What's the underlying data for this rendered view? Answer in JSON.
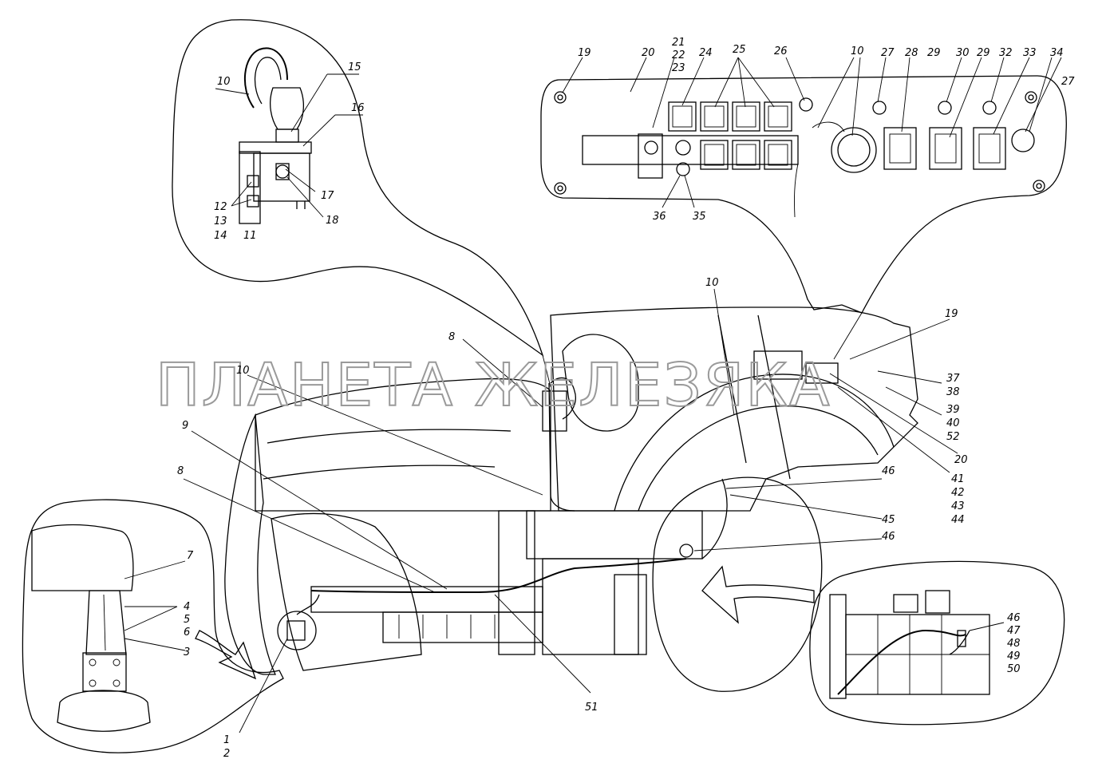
{
  "watermark": "ПЛАНЕТА ЖЕЛЕЗЯКА",
  "labels": {
    "l1": "1",
    "l2": "2",
    "l3": "3",
    "l4": "4",
    "l5": "5",
    "l6": "6",
    "l7": "7",
    "l8": "8",
    "l8b": "8",
    "l9": "9",
    "l10a": "10",
    "l10b": "10",
    "l10c": "10",
    "l10d": "10",
    "l11": "11",
    "l12": "12",
    "l13": "13",
    "l14": "14",
    "l15": "15",
    "l16": "16",
    "l17": "17",
    "l18": "18",
    "l19a": "19",
    "l19b": "19",
    "l20a": "20",
    "l20b": "20",
    "l21": "21",
    "l22": "22",
    "l23": "23",
    "l24": "24",
    "l25": "25",
    "l26": "26",
    "l27a": "27",
    "l27b": "27",
    "l28": "28",
    "l29a": "29",
    "l29b": "29",
    "l30": "30",
    "l32": "32",
    "l33": "33",
    "l34": "34",
    "l35": "35",
    "l36": "36",
    "l37": "37",
    "l38": "38",
    "l39": "39",
    "l40": "40",
    "l41": "41",
    "l42": "42",
    "l43": "43",
    "l44": "44",
    "l45": "45",
    "l46a": "46",
    "l46b": "46",
    "l46c": "46",
    "l47": "47",
    "l48": "48",
    "l49": "49",
    "l50": "50",
    "l51": "51",
    "l52": "52"
  }
}
